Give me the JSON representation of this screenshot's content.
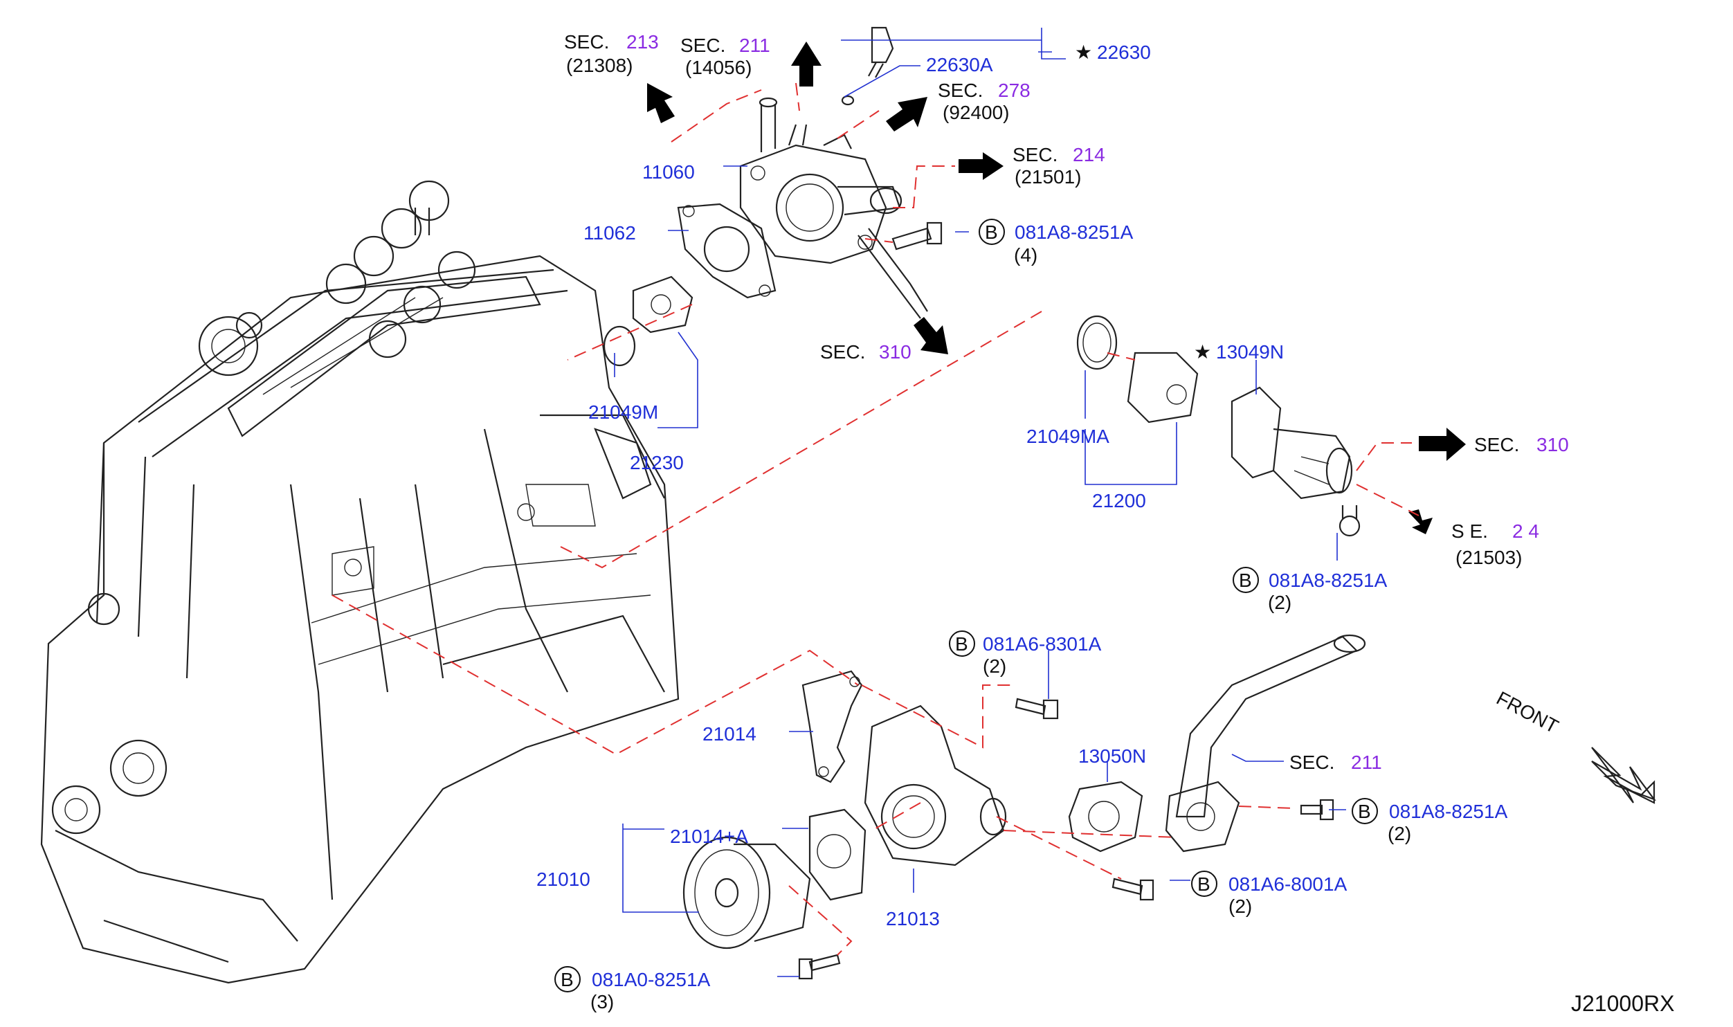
{
  "diagram_code": "J21000RX",
  "front_label": "FRONT",
  "star_symbol": "★",
  "bolt_symbol": "B",
  "sections": [
    {
      "id": "s213",
      "prefix": "SEC.",
      "num": "213",
      "ref": "(21308)"
    },
    {
      "id": "s211a",
      "prefix": "SEC.",
      "num": "211",
      "ref": "(14056)"
    },
    {
      "id": "s278",
      "prefix": "SEC.",
      "num": "278",
      "ref": "(92400)"
    },
    {
      "id": "s214a",
      "prefix": "SEC.",
      "num": "214",
      "ref": "(21501)"
    },
    {
      "id": "s310a",
      "prefix": "SEC.",
      "num": "310",
      "ref": ""
    },
    {
      "id": "s310b",
      "prefix": "SEC.",
      "num": "310",
      "ref": ""
    },
    {
      "id": "s214b",
      "prefix": "S E.",
      "num": "2  4",
      "ref": "(21503)"
    },
    {
      "id": "s211b",
      "prefix": "SEC.",
      "num": "211",
      "ref": ""
    }
  ],
  "parts": {
    "p22630": "22630",
    "p22630A": "22630A",
    "p11060": "11060",
    "p11062": "11062",
    "p21049M": "21049M",
    "p21230": "21230",
    "p13049N": "13049N",
    "p21049MA": "21049MA",
    "p21200": "21200",
    "p21014": "21014",
    "p13050N": "13050N",
    "p21014A": "21014+A",
    "p21010": "21010",
    "p21013": "21013"
  },
  "bolts": [
    {
      "id": "b1",
      "code": "081A8-8251A",
      "qty": "(4)"
    },
    {
      "id": "b2",
      "code": "081A8-8251A",
      "qty": "(2)"
    },
    {
      "id": "b3",
      "code": "081A6-8301A",
      "qty": "(2)"
    },
    {
      "id": "b4",
      "code": "081A8-8251A",
      "qty": "(2)"
    },
    {
      "id": "b5",
      "code": "081A6-8001A",
      "qty": "(2)"
    },
    {
      "id": "b6",
      "code": "081A0-8251A",
      "qty": "(3)"
    }
  ],
  "colors": {
    "part_number": "#1f2fd8",
    "section_number": "#8a2be2",
    "dashed_leader": "#e03030",
    "line": "#222222"
  }
}
